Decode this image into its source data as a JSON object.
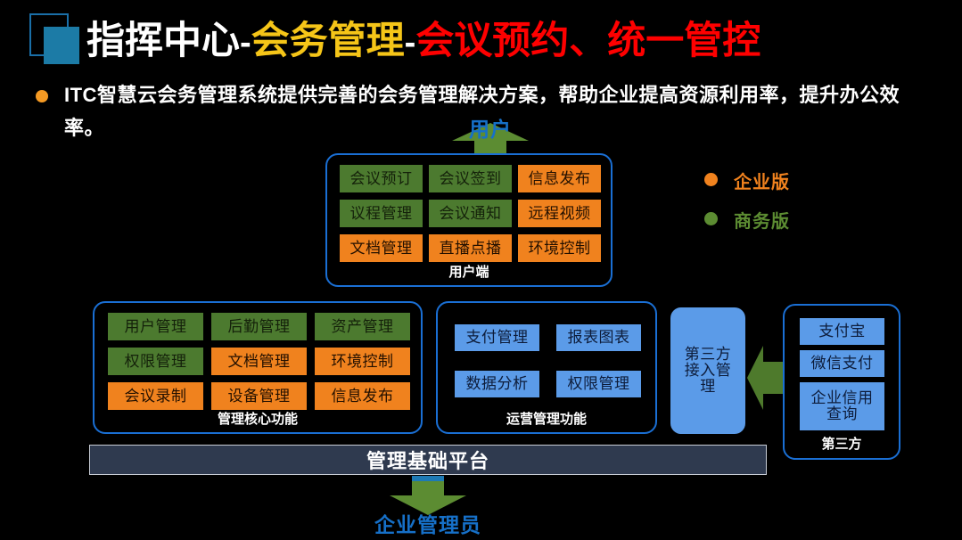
{
  "header": {
    "logo_name": "itc-logo-mark",
    "title_segments": [
      {
        "text": "指挥中心",
        "color": "#ffffff"
      },
      {
        "text": "-",
        "color": "#ffffff"
      },
      {
        "text": "会务管理",
        "color": "#f5c518"
      },
      {
        "text": "-",
        "color": "#ffffff"
      },
      {
        "text": "会议预约、统一管控",
        "color": "#fe0000"
      }
    ],
    "subtitle": "ITC智慧云会务管理系统提供完善的会务管理解决方案，帮助企业提高资源利用率，提升办公效率。",
    "bullet_color": "#f59a23"
  },
  "legend": {
    "items": [
      {
        "label": "企业版",
        "color": "#f0821e"
      },
      {
        "label": "商务版",
        "color": "#5c8c32"
      }
    ]
  },
  "flow": {
    "top_arrow_label": "用户",
    "bottom_arrow_label": "企业管理员",
    "platform_label": "管理基础平台",
    "arrow_color": "#5c8c32",
    "label_color": "#1670c8"
  },
  "groups": {
    "client": {
      "label": "用户端",
      "cells": [
        {
          "text": "会议预订",
          "type": "green"
        },
        {
          "text": "会议签到",
          "type": "green"
        },
        {
          "text": "信息发布",
          "type": "orange"
        },
        {
          "text": "议程管理",
          "type": "green"
        },
        {
          "text": "会议通知",
          "type": "green"
        },
        {
          "text": "远程视频",
          "type": "orange"
        },
        {
          "text": "文档管理",
          "type": "orange"
        },
        {
          "text": "直播点播",
          "type": "orange"
        },
        {
          "text": "环境控制",
          "type": "orange"
        }
      ]
    },
    "core": {
      "label": "管理核心功能",
      "cells": [
        {
          "text": "用户管理",
          "type": "green"
        },
        {
          "text": "后勤管理",
          "type": "green"
        },
        {
          "text": "资产管理",
          "type": "green"
        },
        {
          "text": "权限管理",
          "type": "green"
        },
        {
          "text": "文档管理",
          "type": "orange"
        },
        {
          "text": "环境控制",
          "type": "orange"
        },
        {
          "text": "会议录制",
          "type": "orange"
        },
        {
          "text": "设备管理",
          "type": "orange"
        },
        {
          "text": "信息发布",
          "type": "orange"
        }
      ]
    },
    "operation": {
      "label": "运营管理功能",
      "cells": [
        {
          "text": "支付管理",
          "type": "blue"
        },
        {
          "text": "报表图表",
          "type": "blue"
        },
        {
          "text": "数据分析",
          "type": "blue"
        },
        {
          "text": "权限管理",
          "type": "blue"
        }
      ]
    },
    "gateway": {
      "text": "第三方接入管理",
      "lines": [
        "第三方",
        "接入管",
        "理"
      ]
    },
    "thirdparty": {
      "label": "第三方",
      "cells": [
        {
          "text": "支付宝",
          "type": "blue"
        },
        {
          "text": "微信支付",
          "type": "blue"
        },
        {
          "text": "企业信用查询",
          "type": "blue"
        }
      ]
    }
  },
  "colors": {
    "background": "#000000",
    "border_blue": "#1a6fd4",
    "green": "#4c7a2f",
    "orange": "#f0821e",
    "light_blue": "#5b9be8",
    "platform_bg": "#2f3a4f"
  }
}
